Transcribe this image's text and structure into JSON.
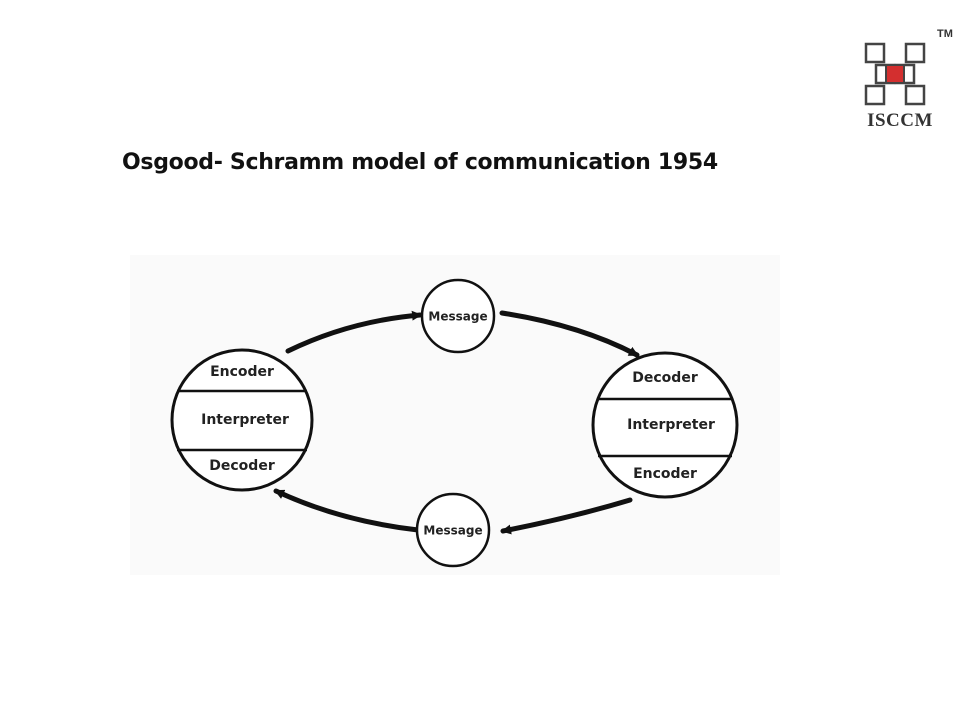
{
  "slide": {
    "title": "Osgood- Schramm model of communication 1954"
  },
  "logo": {
    "text": "ISCCM",
    "trademark": "TM",
    "accent_color": "#d32f2f",
    "outline_color": "#444444"
  },
  "diagram": {
    "left_node": {
      "sections": [
        "Encoder",
        "Interpreter",
        "Decoder"
      ]
    },
    "right_node": {
      "sections": [
        "Decoder",
        "Interpreter",
        "Encoder"
      ]
    },
    "top_message": "Message",
    "bottom_message": "Message"
  }
}
